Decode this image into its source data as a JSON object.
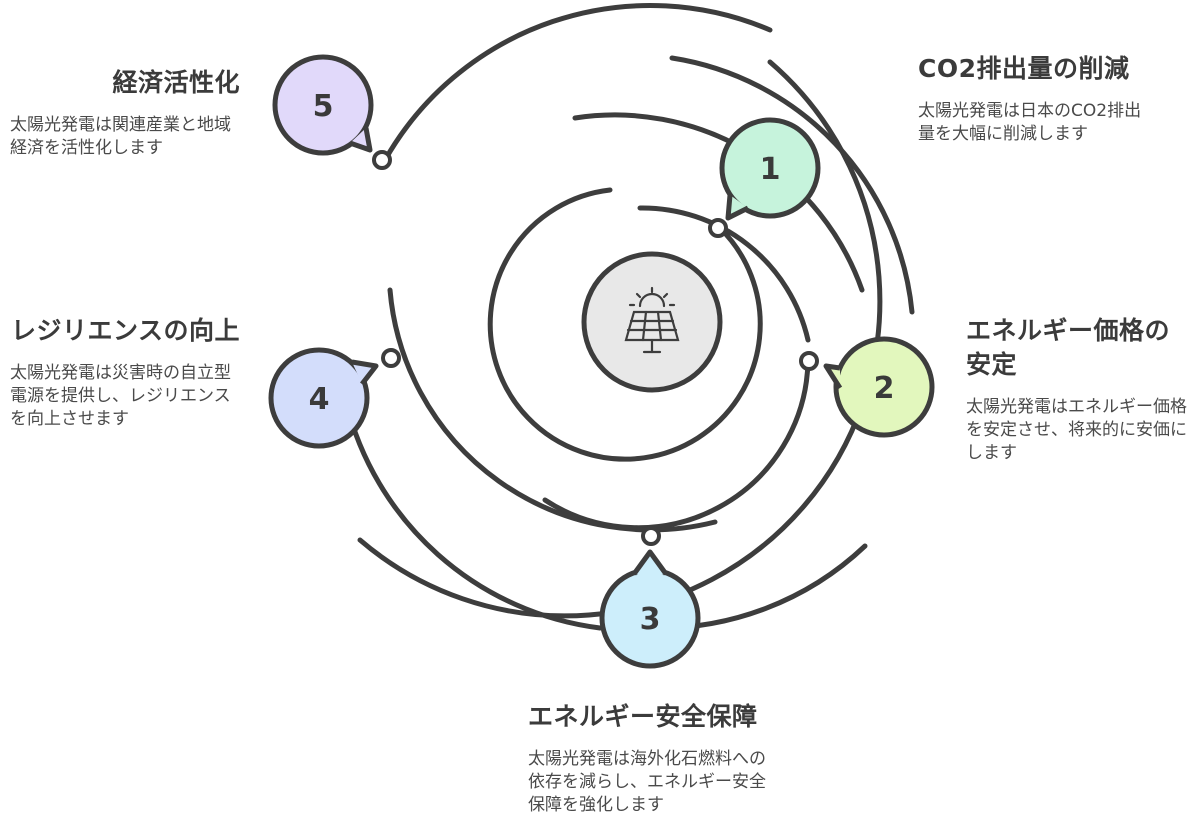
{
  "center": {
    "icon": "solar-panel-icon"
  },
  "colors": {
    "stroke": "#3d3d3d",
    "center_fill": "#e8e8e8",
    "node1": "#c6f3dc",
    "node2": "#e2f7bd",
    "node3": "#cdeefb",
    "node4": "#d3ddfb",
    "node5": "#e1d9fa"
  },
  "items": [
    {
      "number": "1",
      "title": "CO2排出量の削減",
      "desc": "太陽光発電は日本のCO2排出量を大幅に削減します"
    },
    {
      "number": "2",
      "title": "エネルギー価格の安定",
      "desc": "太陽光発電はエネルギー価格を安定させ、将来的に安価にします"
    },
    {
      "number": "3",
      "title": "エネルギー安全保障",
      "desc": "太陽光発電は海外化石燃料への依存を減らし、エネルギー安全保障を強化します"
    },
    {
      "number": "4",
      "title": "レジリエンスの向上",
      "desc": "太陽光発電は災害時の自立型電源を提供し、レジリエンスを向上させます"
    },
    {
      "number": "5",
      "title": "経済活性化",
      "desc": "太陽光発電は関連産業と地域経済を活性化します"
    }
  ]
}
